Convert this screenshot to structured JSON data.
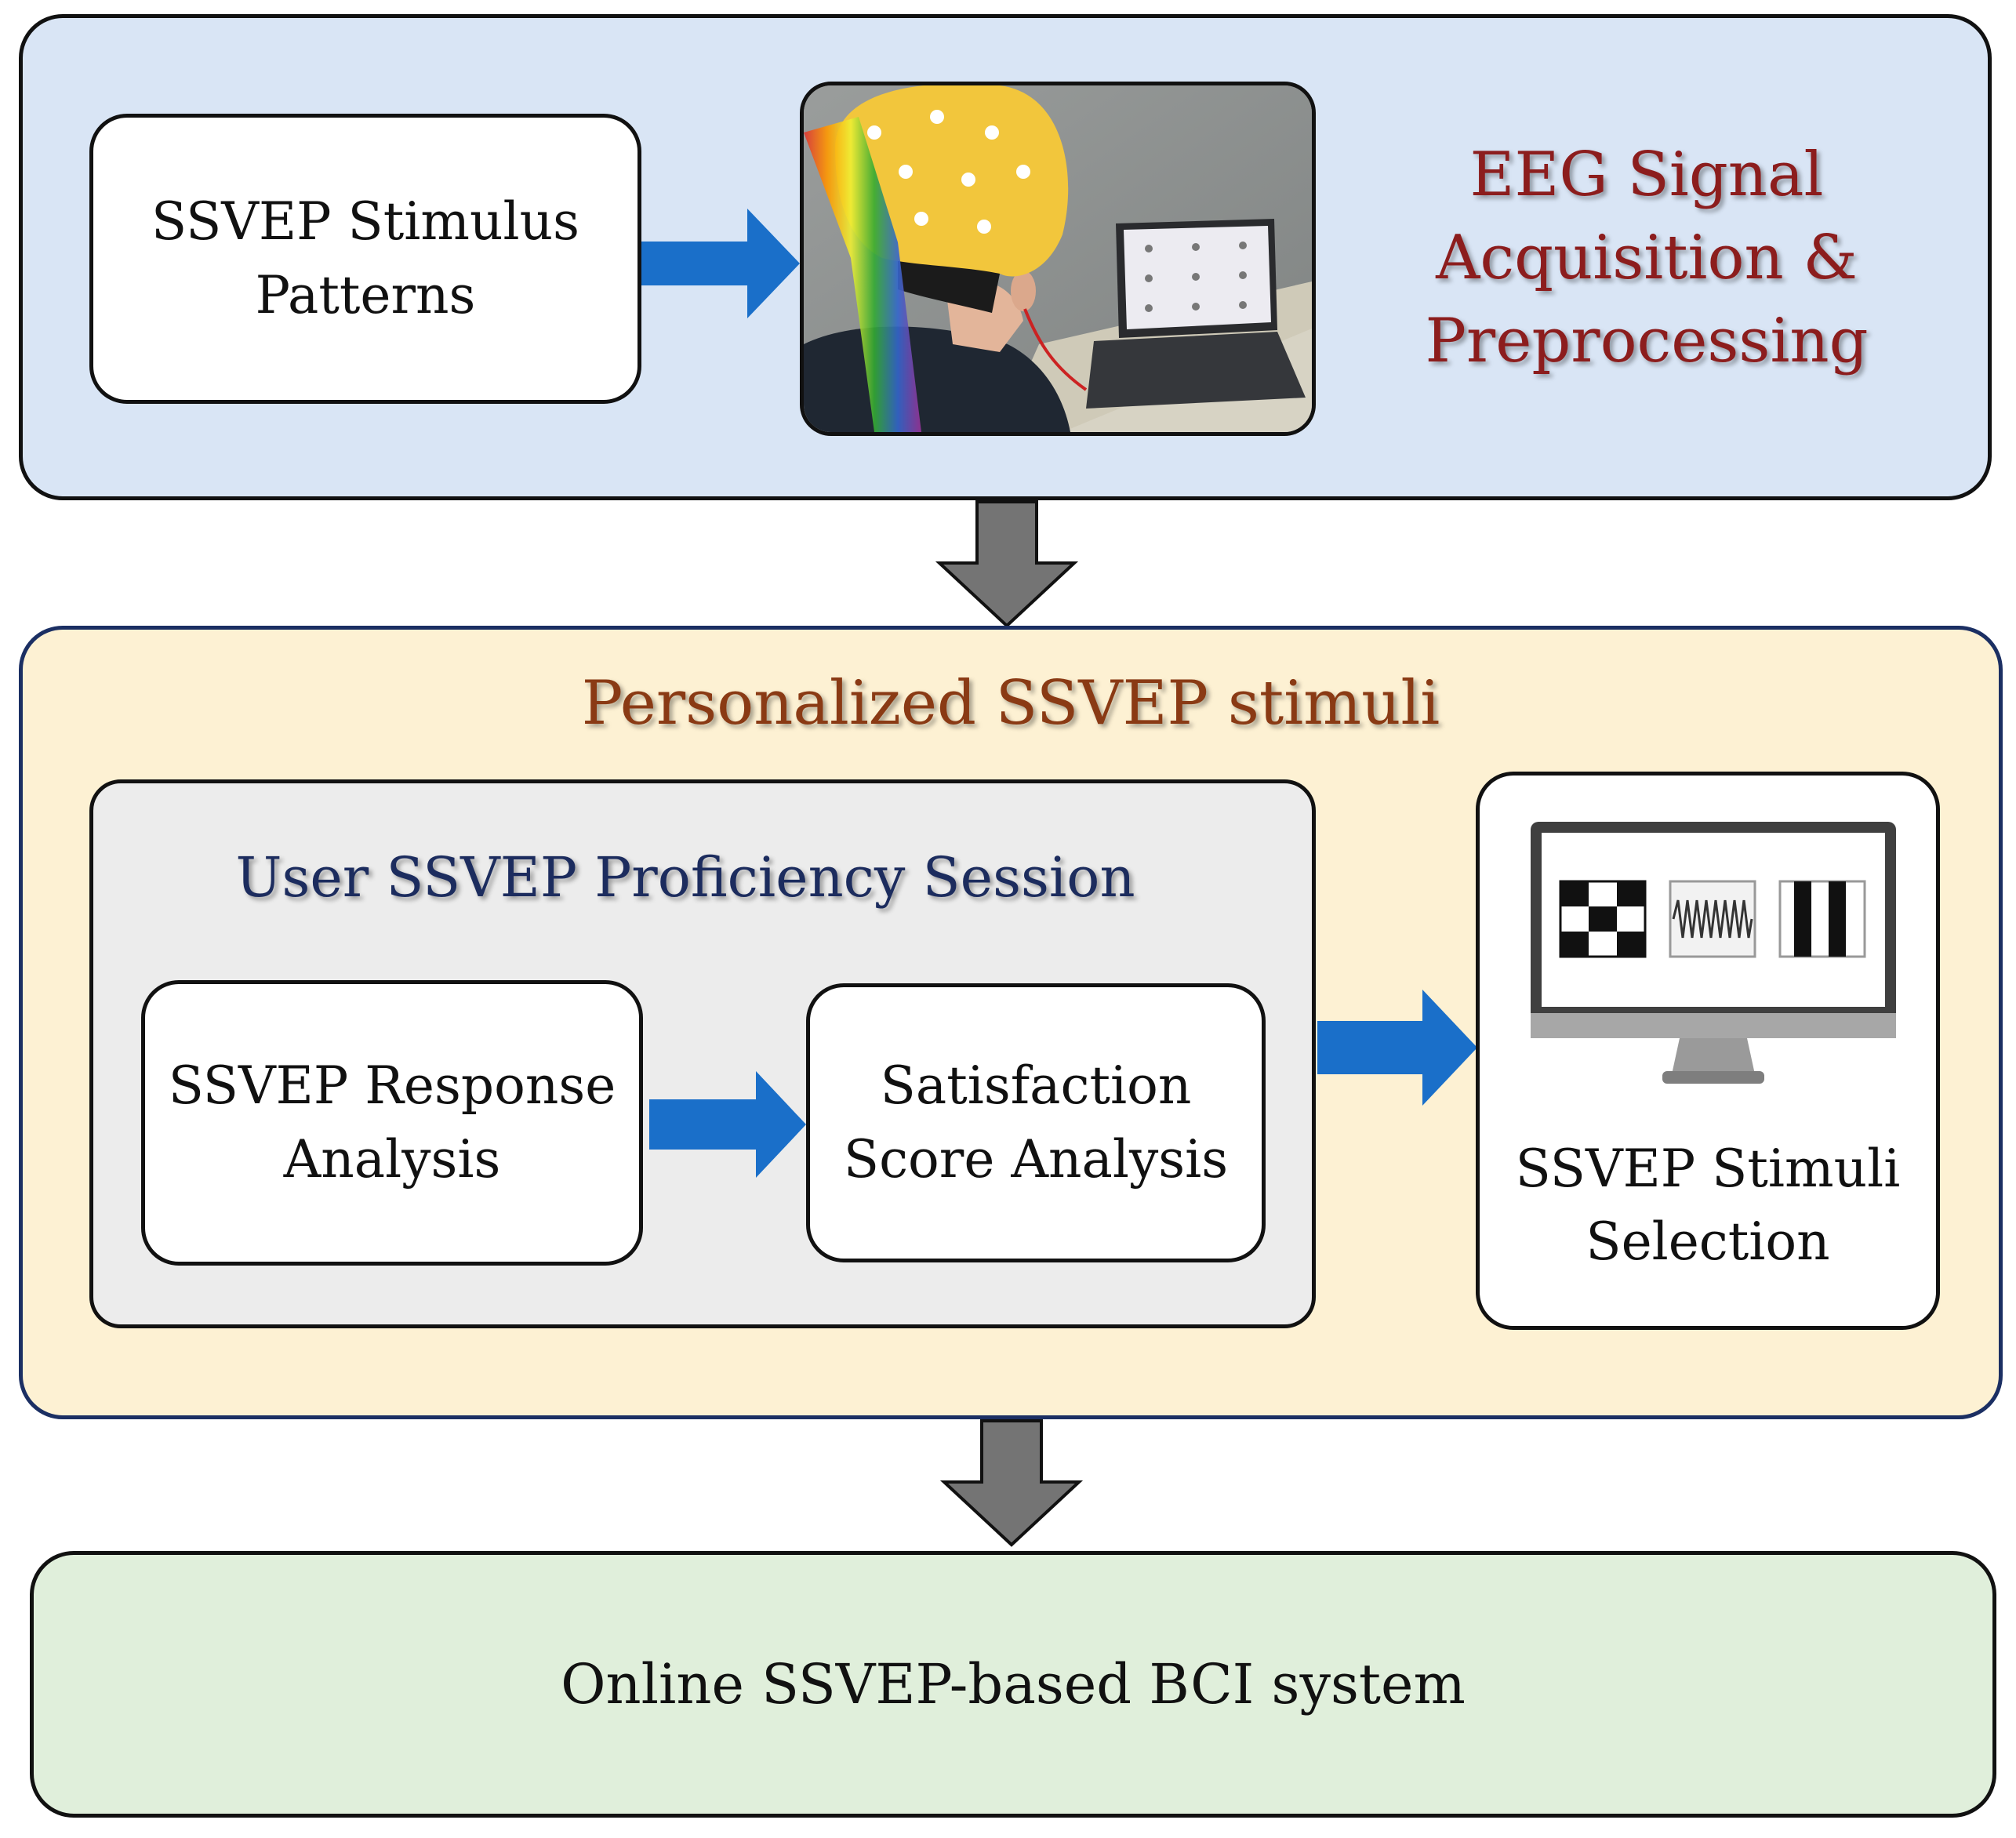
{
  "top_panel": {
    "stimulus_box": {
      "line1": "SSVEP Stimulus",
      "line2": "Patterns"
    },
    "title": {
      "line1": "EEG Signal",
      "line2": "Acquisition &",
      "line3": "Preprocessing"
    }
  },
  "middle_panel": {
    "title": "Personalized SSVEP stimuli",
    "proficiency_session": {
      "title": "User SSVEP Proficiency Session",
      "response_box": {
        "line1": "SSVEP Response",
        "line2": "Analysis"
      },
      "satisfaction_box": {
        "line1": "Satisfaction",
        "line2": "Score Analysis"
      }
    },
    "selection_box": {
      "line1": "SSVEP Stimuli",
      "line2": "Selection"
    }
  },
  "bottom_panel": {
    "title": "Online SSVEP-based BCI system"
  },
  "colors": {
    "top_panel_bg": "#d9e5f5",
    "middle_panel_bg": "#fdf1d3",
    "bottom_panel_bg": "#e0efdb",
    "session_bg": "#ececec",
    "blue_arrow": "#1a6fc9",
    "gray_arrow": "#747474",
    "eeg_title": "#8c1d1d",
    "personalized_title": "#8a3a14",
    "session_title": "#1c2c5e"
  }
}
